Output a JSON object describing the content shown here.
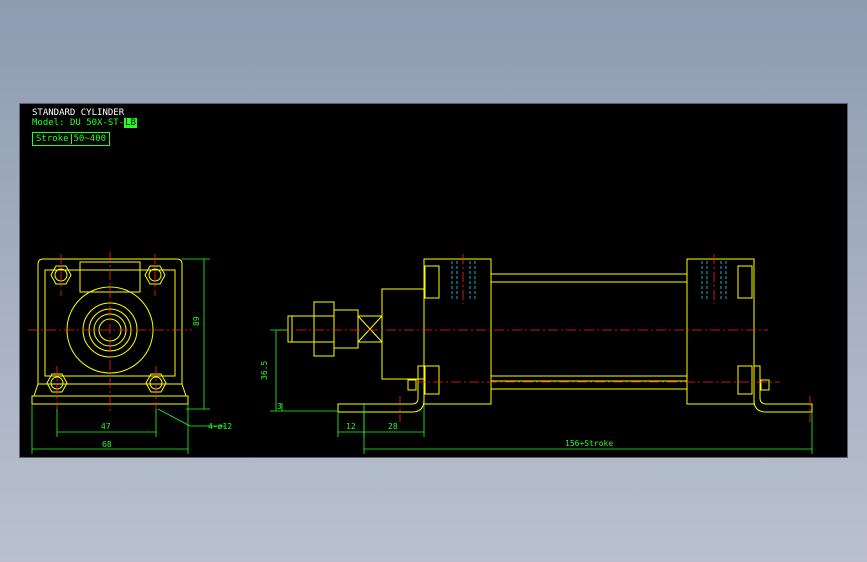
{
  "title_block": {
    "title": "STANDARD CYLINDER",
    "model_label": "Model:",
    "model_value": "DU 50X-ST-",
    "model_suffix": "LB",
    "stroke_label": "Stroke",
    "stroke_value": "50~400"
  },
  "dimensions": {
    "front_height": "89",
    "front_hole_pitch": "47",
    "front_width": "68",
    "front_holes": "4-ø12",
    "side_height": "36.5",
    "side_base": "3",
    "side_d1": "12",
    "side_d2": "28",
    "side_total": "156+Stroke"
  },
  "colors": {
    "background": "#000000",
    "outline": "#ffff00",
    "dimension": "#22ff22",
    "centerline": "#ff2222",
    "hidden": "#33ccff",
    "white": "#ffffff"
  }
}
